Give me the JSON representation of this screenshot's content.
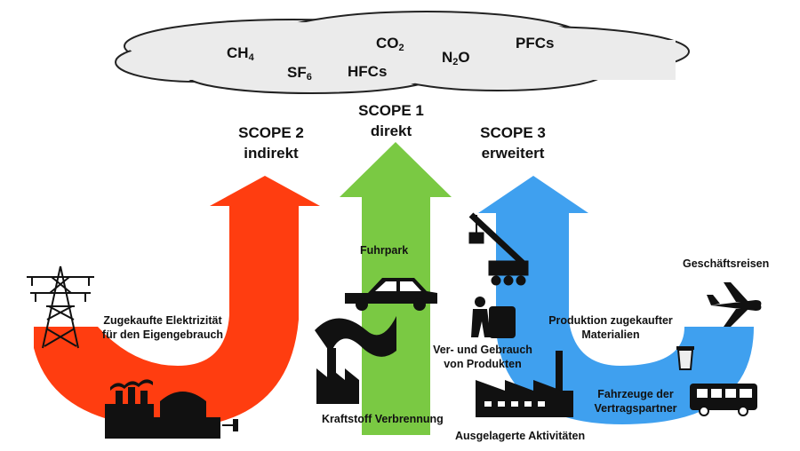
{
  "gases": {
    "ch4": {
      "base": "CH",
      "sub": "4"
    },
    "sf6": {
      "base": "SF",
      "sub": "6"
    },
    "co2": {
      "base": "CO",
      "sub": "2"
    },
    "hfcs": {
      "base": "HFCs"
    },
    "n2o": {
      "base": "N",
      "sub": "2",
      "tail": "O"
    },
    "pfcs": {
      "base": "PFCs"
    }
  },
  "scopes": {
    "scope1": {
      "title": "SCOPE 1",
      "subtitle": "direkt",
      "color": "#7ac943"
    },
    "scope2": {
      "title": "SCOPE 2",
      "subtitle": "indirekt",
      "color": "#ff3d10"
    },
    "scope3": {
      "title": "SCOPE 3",
      "subtitle": "erweitert",
      "color": "#3fa0ef"
    }
  },
  "labels": {
    "elektrizitaet": [
      "Zugekaufte Elektrizität",
      "für den Eigengebrauch"
    ],
    "fuhrpark": "Fuhrpark",
    "kraftstoff": "Kraftstoff Verbrennung",
    "gebrauch": [
      "Ver- und Gebrauch",
      "von Produkten"
    ],
    "ausgelagert": "Ausgelagerte Aktivitäten",
    "produktion": [
      "Produktion zugekaufter",
      "Materialien"
    ],
    "geschaeftsreisen": "Geschäftsreisen",
    "fahrzeuge": [
      "Fahrzeuge der",
      "Vertragspartner"
    ]
  },
  "icons": [
    "power-pylon-icon",
    "power-plant-icon",
    "car-icon",
    "factory-smoke-icon",
    "crane-icon",
    "worker-icon",
    "factory-icon",
    "airplane-icon",
    "trash-can-icon",
    "bus-icon"
  ]
}
